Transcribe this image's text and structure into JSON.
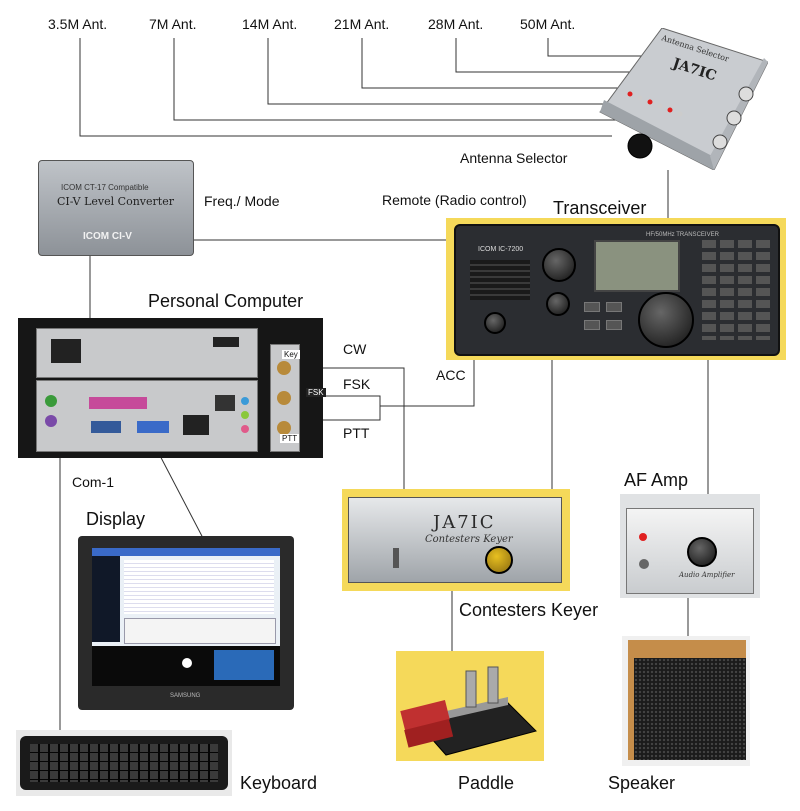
{
  "antennas": [
    "3.5M Ant.",
    "7M Ant.",
    "14M Ant.",
    "21M Ant.",
    "28M Ant.",
    "50M Ant."
  ],
  "labels": {
    "antenna_selector": "Antenna Selector",
    "freq_mode": "Freq./ Mode",
    "remote": "Remote (Radio control)",
    "transceiver": "Transceiver",
    "personal_computer": "Personal Computer",
    "cw": "CW",
    "fsk": "FSK",
    "acc": "ACC",
    "ptt": "PTT",
    "com1": "Com-1",
    "display": "Display",
    "af_amp": "AF Amp",
    "contesters_keyer": "Contesters Keyer",
    "keyboard": "Keyboard",
    "paddle": "Paddle",
    "speaker": "Speaker"
  },
  "device_text": {
    "antenna_selector_plate": "Antenna Selector",
    "antenna_selector_brand": "JA7IC",
    "civ_line1": "ICOM CT-17 Compatible",
    "civ_line2": "CI-V Level Converter",
    "civ_line3": "ICOM CI-V",
    "xcvr_brand": "ICOM  IC-7200",
    "xcvr_model": "HF/50MHz TRANSCEIVER",
    "pc_key": "Key",
    "pc_fsk": "FSK",
    "pc_ptt": "PTT",
    "keyer_brand": "JA7IC",
    "keyer_name": "Contesters Keyer",
    "afamp_name": "Audio Amplifier",
    "display_brand": "SAMSUNG"
  },
  "colors": {
    "wire": "#333333",
    "highlight_bg": "#f5d95a",
    "led_red": "#e02020"
  }
}
